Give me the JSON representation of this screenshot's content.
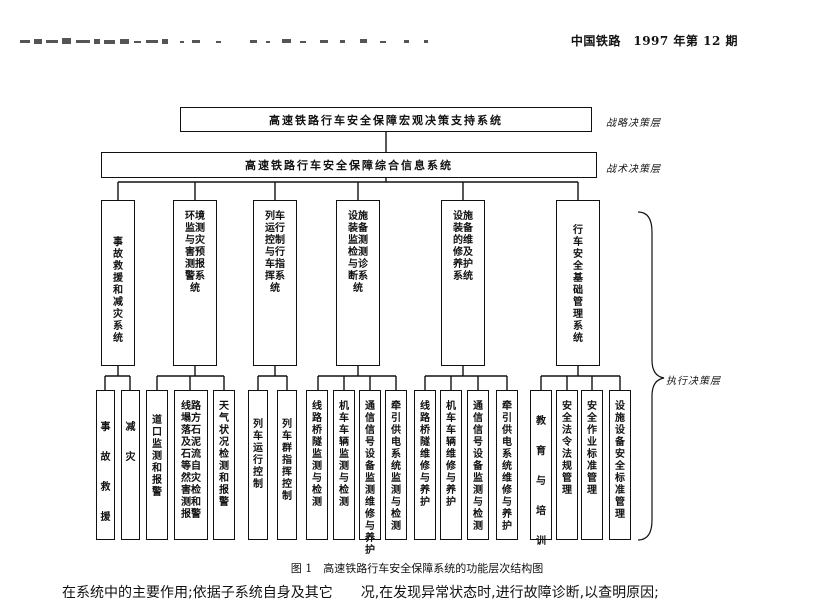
{
  "journal": "中国铁路　1997 年第 12 期",
  "top_box": "高速铁路行车安全保障宏观决策支持系统",
  "second_box": "高速铁路行车安全保障综合信息系统",
  "layers": {
    "strategic": "战略决策层",
    "tactical": "战术决策层",
    "execution": "执行决策层"
  },
  "subsystems": [
    "事故救援和减灾系统",
    "环境监测与灾害预测报警系统",
    "列车运行控制与行车指挥系统",
    "设施装备监测检测与诊断系统",
    "设施装备的维修及养护系统",
    "行车安全基础管理系统"
  ],
  "leaves": [
    [
      "事故救援",
      "减灾"
    ],
    [
      "道口监测和报警",
      "线路塌方落石及泥石流等自然灾害检测和报警",
      "天气状况检测和报警"
    ],
    [
      "列车运行控制",
      "列车群指挥控制"
    ],
    [
      "线路桥隧监测与检测",
      "机车车辆监测与检测",
      "通信信号设备监测维修与养护",
      "牵引供电系统监测与检测"
    ],
    [
      "线路桥隧维修与养护",
      "机车车辆维修与养护",
      "通信信号设备监测与检测",
      "牵引供电系统维修与养护"
    ],
    [
      "教育与培训",
      "安全法令法规管理",
      "安全作业标准管理",
      "设施设备安全标准管理"
    ]
  ],
  "caption": "图 1　高速铁路行车安全保障系统的功能层次结构图",
  "body_text": "在系统中的主要作用;依据子系统自身及其它　　况,在发现异常状态时,进行故障诊断,以查明原因;"
}
